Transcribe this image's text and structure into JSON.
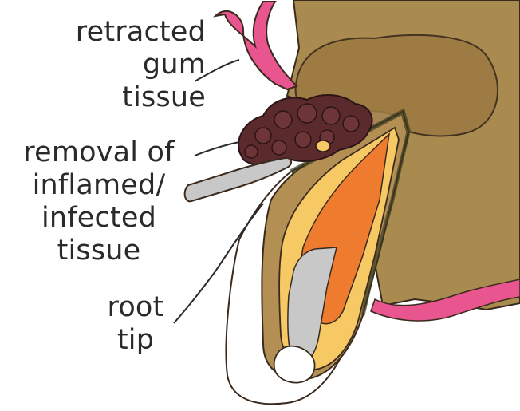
{
  "labels": {
    "gum": [
      "retracted",
      "gum",
      "tissue"
    ],
    "removal": [
      "removal of",
      "inflamed/",
      "infected",
      "tissue"
    ],
    "root": [
      "root",
      "tip"
    ]
  },
  "colors": {
    "gum_pink": "#e8558f",
    "bone": "#a98b4f",
    "tooth_tan": "#b48f54",
    "pulp_yellow": "#f6c965",
    "pulp_orange": "#ef7b2f",
    "instrument_gray": "#c8c8c8",
    "infected_tissue": "#5b2a2c",
    "outline": "#3a2a1e"
  }
}
